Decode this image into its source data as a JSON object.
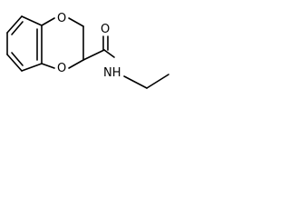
{
  "molecule": {
    "atoms": {
      "o_top": "O",
      "o_bottom": "O",
      "o_carbonyl": "O",
      "n_amide": "NH"
    }
  },
  "colors": {
    "bond": "#000000",
    "label": "#000000",
    "background": "#ffffff"
  }
}
